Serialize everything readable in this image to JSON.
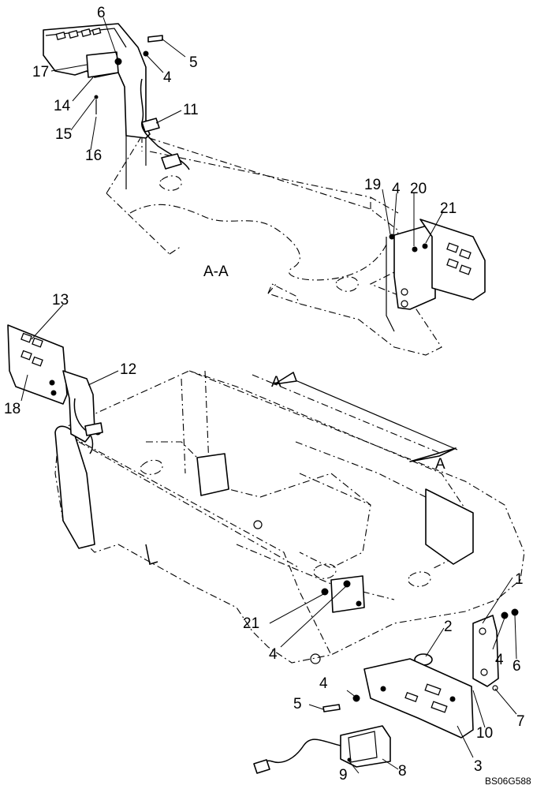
{
  "figure": {
    "code": "BS06G588",
    "section_view_label": "A-A",
    "section_arrow_labels": [
      "A",
      "A"
    ]
  },
  "callouts": {
    "c1": "1",
    "c2": "2",
    "c3": "3",
    "c4a": "4",
    "c4b": "4",
    "c4c": "4",
    "c4d": "4",
    "c4e": "4",
    "c5a": "5",
    "c5b": "5",
    "c6a": "6",
    "c6b": "6",
    "c7": "7",
    "c8": "8",
    "c9": "9",
    "c10": "10",
    "c11": "11",
    "c12": "12",
    "c13": "13",
    "c14": "14",
    "c15": "15",
    "c16": "16",
    "c17": "17",
    "c18": "18",
    "c19": "19",
    "c20": "20",
    "c21a": "21",
    "c21b": "21"
  }
}
